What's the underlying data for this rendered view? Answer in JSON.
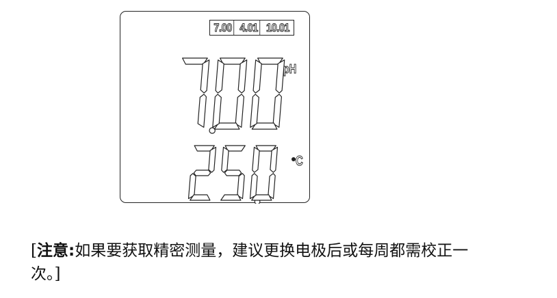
{
  "lcd": {
    "buffers": [
      "7.00",
      "4.01",
      "10.01"
    ],
    "ph_value": "7.00",
    "ph_unit": "pH",
    "temp_value": "25.0",
    "temp_unit": "C",
    "degree_symbol": "•"
  },
  "note": {
    "open_bracket": "[",
    "label": "注意:",
    "text": "如果要获取精密测量，建议更换电极后或每周都需校正一次。",
    "close_bracket": "]"
  }
}
